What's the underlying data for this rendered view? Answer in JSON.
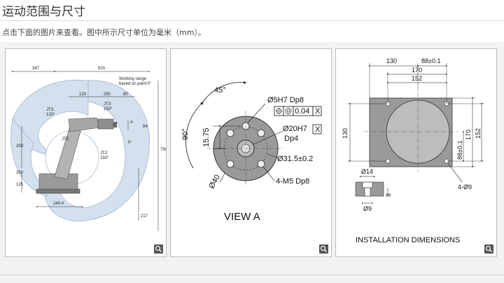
{
  "page": {
    "title": "运动范围与尺寸",
    "subtitle": "点击下面的图片来查看。图中所示尺寸单位为毫米（mm）。"
  },
  "panels": [
    {
      "labels": {
        "d347": "347",
        "d620": "620",
        "working_range_1": "Working range",
        "working_range_2": "based on point P",
        "d120": "120",
        "d250": "250",
        "d80": "80",
        "jt3_left": "JT3:",
        "jt3_left_deg": "120°",
        "jt3_right": "JT3:",
        "jt3_right_deg": "150°",
        "a": "A",
        "d84": "84",
        "p": "P",
        "jt2_small": "JT2",
        "d250v": "250",
        "d750": "750",
        "jt2_big": "JT2:",
        "jt2_big_deg": "150°",
        "d125": "125",
        "d250b": "250",
        "d249": "249.4",
        "d217": "217"
      }
    },
    {
      "labels": {
        "deg45": "45°",
        "hole5": "Ø5H7 Dp8",
        "flatness": "0.04",
        "flat_x": "X",
        "deg90": "90°",
        "d1575": "15.75",
        "hole20": "Ø20H7",
        "dp4": "Dp4",
        "x2": "X",
        "d315": "Ø31.5±0.2",
        "d40": "Ø40",
        "m5": "4-M5 Dp8",
        "view": "VIEW  A"
      }
    },
    {
      "labels": {
        "d130t": "130",
        "d88t": "88±0.1",
        "d170t": "170",
        "d152t": "152",
        "d130l": "130",
        "d170r": "170",
        "d152r": "152",
        "d88r": "88±0.1",
        "d14": "Ø14",
        "d8": "8",
        "d9": "Ø9",
        "holes": "4-Ø9",
        "caption": "INSTALLATION DIMENSIONS"
      }
    }
  ],
  "colors": {
    "range_fill": "#d3e1ee",
    "metal": "#9a9a9a",
    "panel_border": "#bdbdbd"
  },
  "icons": {
    "zoom": "magnifier-icon"
  }
}
